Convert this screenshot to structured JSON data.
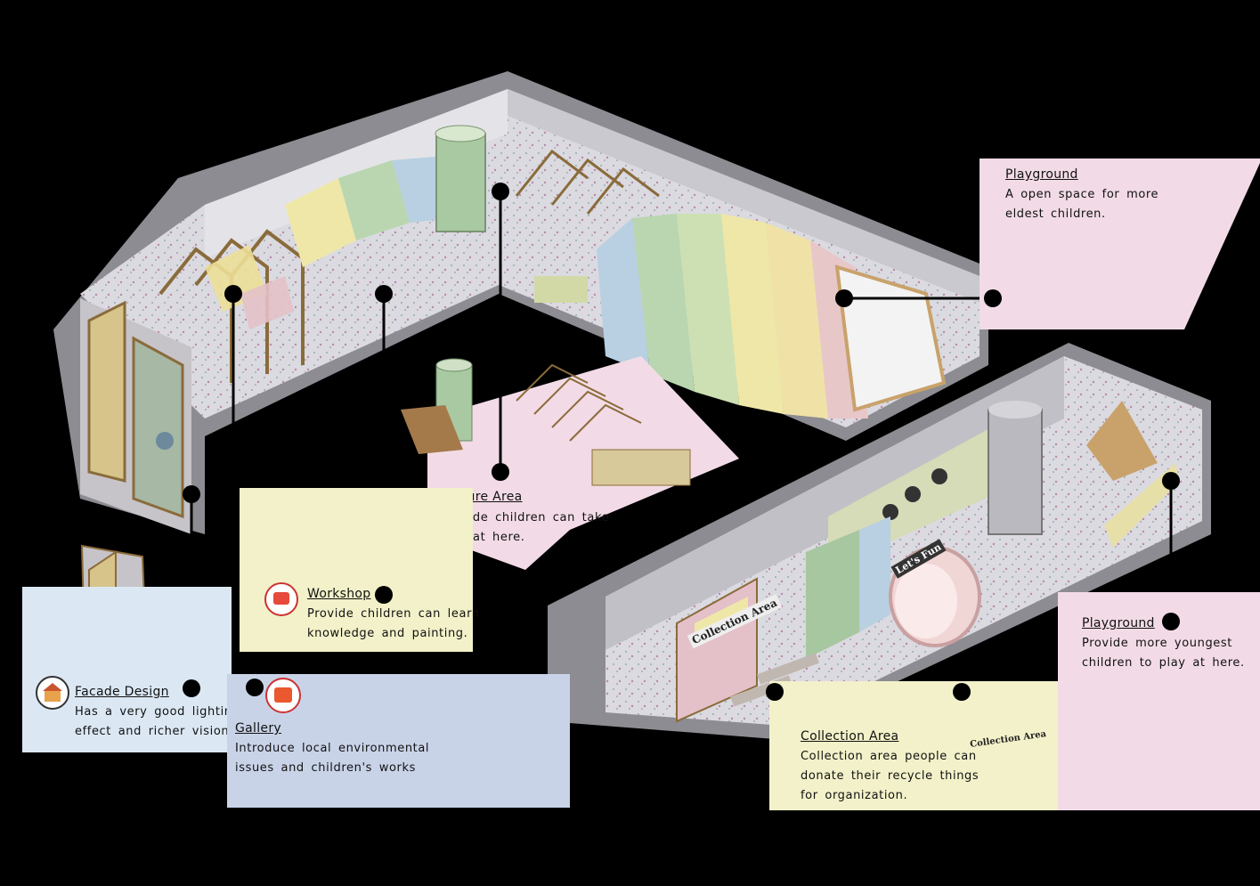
{
  "callouts": {
    "playground_top": {
      "title": "Playground",
      "lines": [
        "A open space for more",
        "eldest children."
      ]
    },
    "leisure": {
      "title": "Leisure Area",
      "lines": [
        "Provide children can take",
        "rest at here."
      ]
    },
    "workshop": {
      "title": "Workshop",
      "lines": [
        "Provide children can learn",
        "knowledge and painting."
      ]
    },
    "facade": {
      "title": "Facade Design",
      "lines": [
        "Has a very good lighting",
        "effect and richer vision."
      ]
    },
    "gallery": {
      "title": "Gallery",
      "lines": [
        "Introduce local environmental",
        "issues and children's works"
      ]
    },
    "collection": {
      "title": "Collection Area",
      "lines": [
        "Collection area people can",
        "donate their recycle things",
        "for organization."
      ]
    },
    "playground_bottom": {
      "title": "Playground",
      "lines": [
        "Provide more youngest",
        "children to play at here."
      ]
    }
  },
  "model_signs": {
    "collection_sign": "Collection Area",
    "lets_fun": "Let's Fun"
  },
  "icons": [
    "facade-house-icon",
    "gallery-picture-icon",
    "workshop-paint-icon"
  ],
  "colors": {
    "background": "#000000",
    "card_pink": "#f2dbe6",
    "card_yellow": "#f2f1c9",
    "card_blue": "#c9d3e8",
    "card_lightblue": "#dbe8f4",
    "pastel_green": "#b9d6b0",
    "pastel_yellow": "#efe7a8",
    "pastel_blue": "#b9cfe2",
    "pastel_pink": "#e8c7c9",
    "wood": "#c9a26b",
    "floor": "#d8d8de"
  }
}
